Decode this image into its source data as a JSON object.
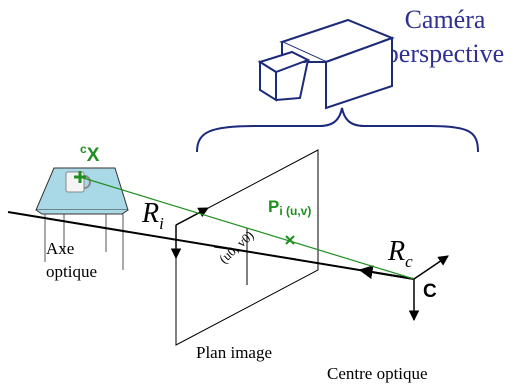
{
  "title": {
    "line1": "Caméra",
    "line2": "perspective",
    "color": "#2e3192"
  },
  "labels": {
    "world_point": "X",
    "world_point_superscript": "c",
    "image_point": "P",
    "image_point_subscript": "i (u,v)",
    "principal_point": "(u0, v0)",
    "image_frame": "R",
    "image_frame_subscript": "i",
    "camera_frame": "R",
    "camera_frame_subscript": "c",
    "camera_center": "C",
    "optical_axis_line1": "Axe",
    "optical_axis_line2": "optique",
    "image_plane": "Plan image",
    "optical_center": "Centre optique"
  },
  "colors": {
    "green": "#1f8f1f",
    "navy": "#1c2a7a",
    "ink": "#000000",
    "table": "#a9d9e6"
  }
}
